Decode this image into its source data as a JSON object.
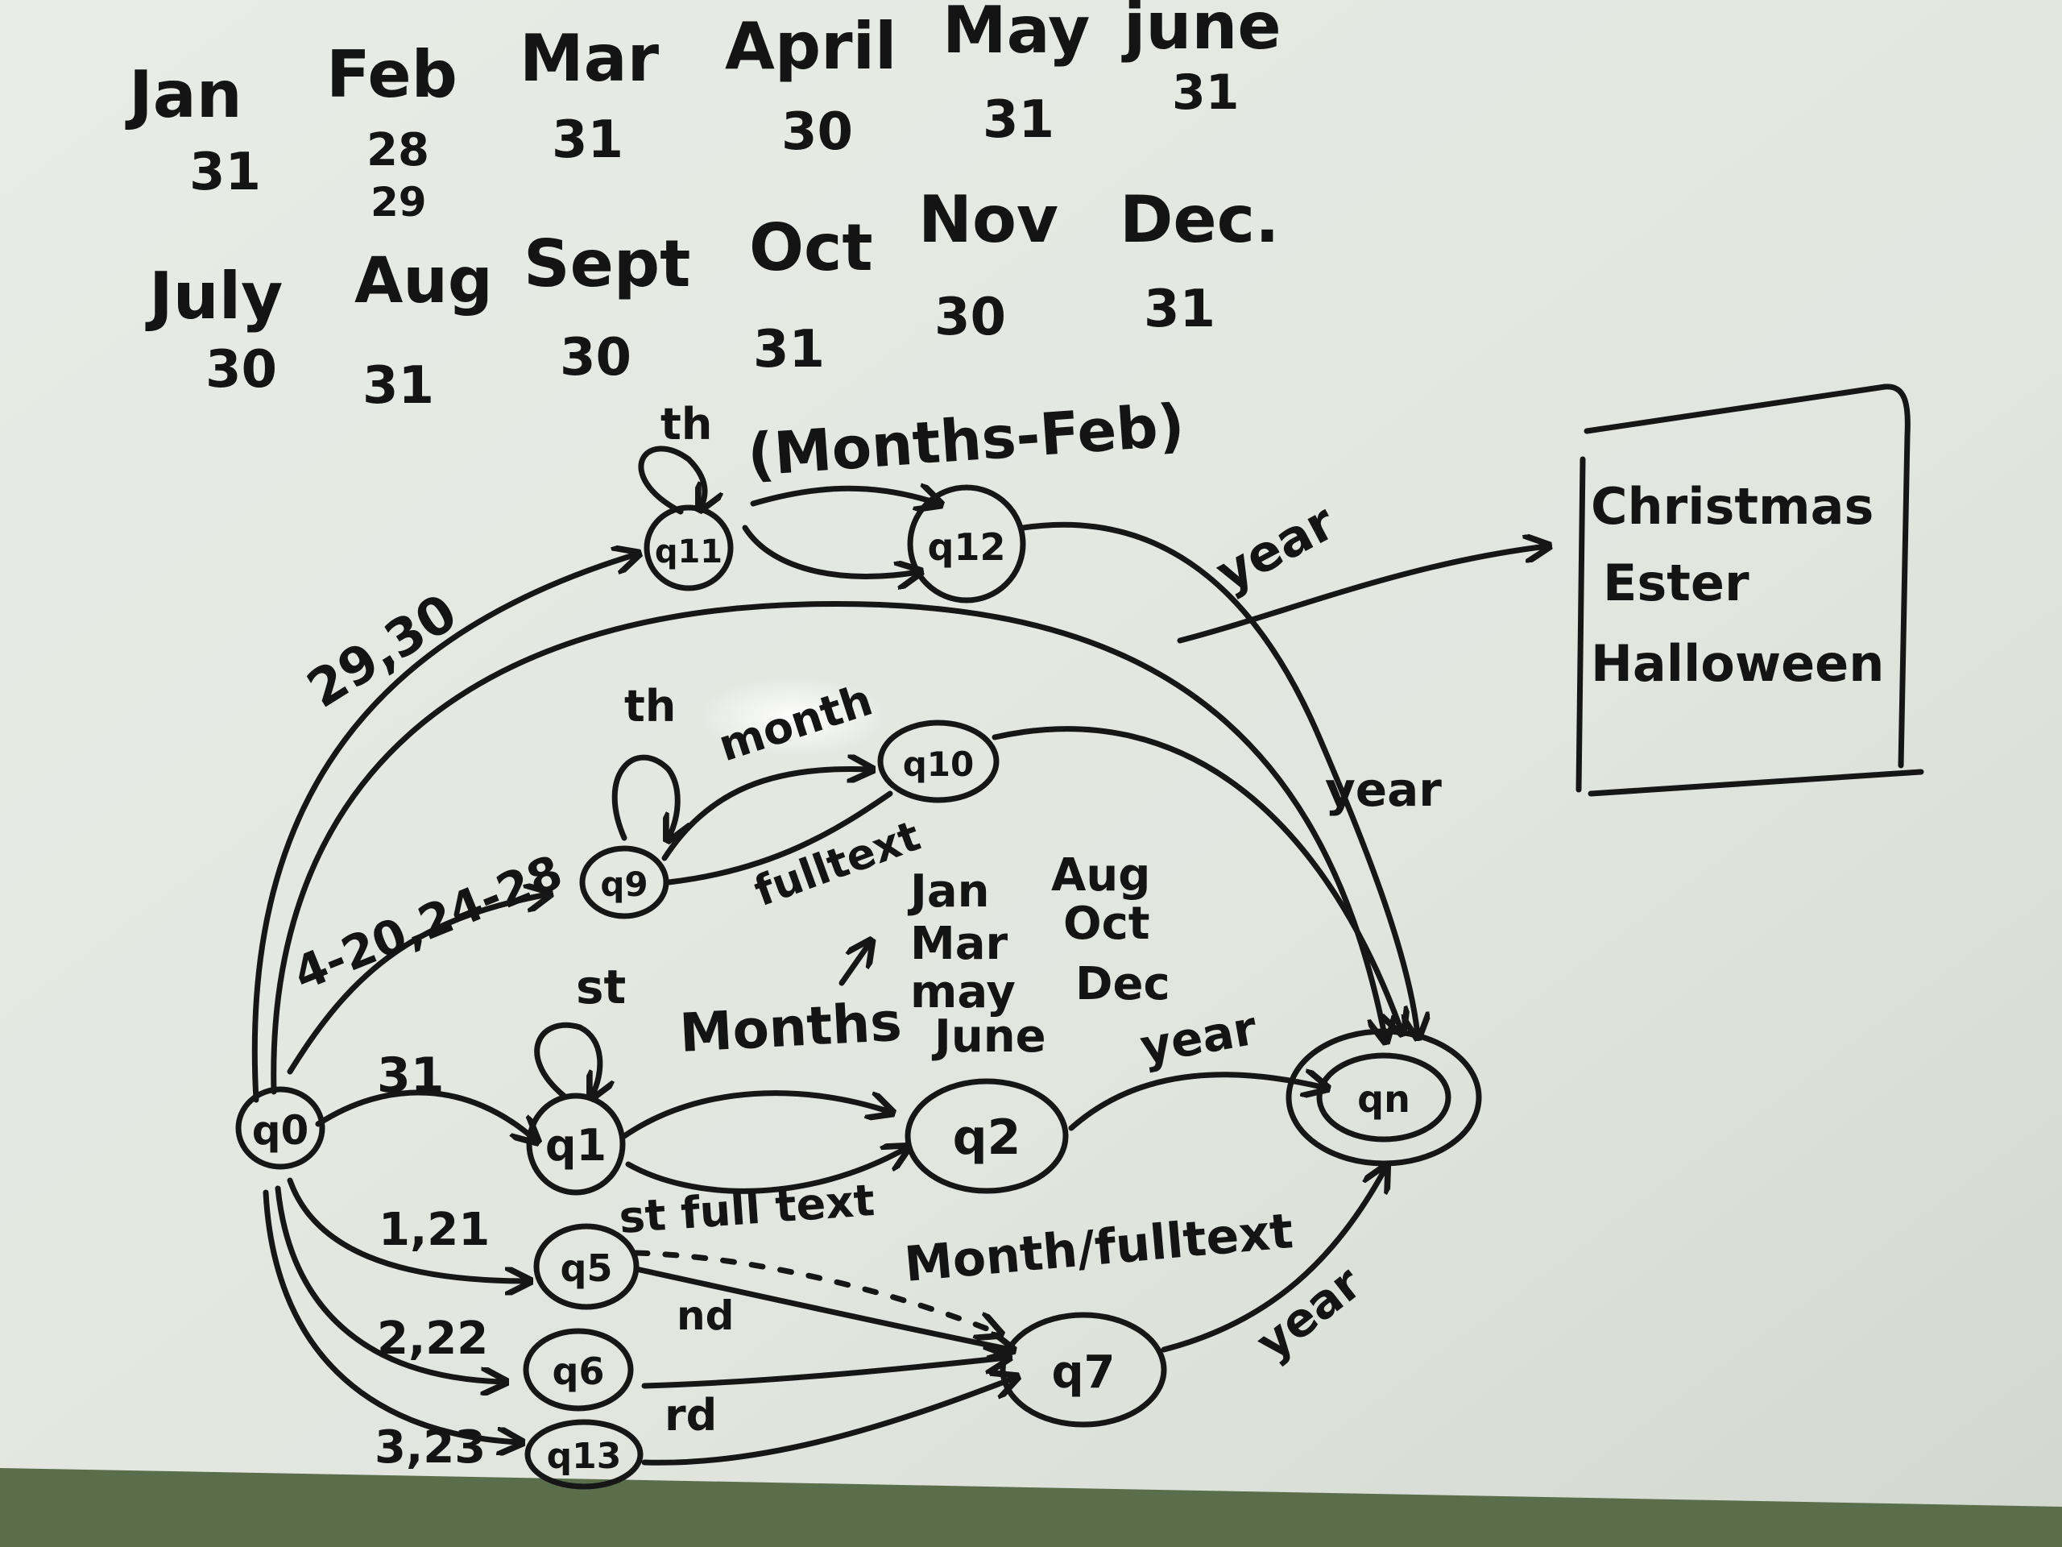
{
  "calendar": {
    "row1": [
      {
        "month": "Jan",
        "days": [
          "31"
        ]
      },
      {
        "month": "Feb",
        "days": [
          "28",
          "29"
        ]
      },
      {
        "month": "Mar",
        "days": [
          "31"
        ]
      },
      {
        "month": "April",
        "days": [
          "30"
        ]
      },
      {
        "month": "May",
        "days": [
          "31"
        ]
      },
      {
        "month": "june",
        "days": [
          "31"
        ]
      }
    ],
    "row2": [
      {
        "month": "July",
        "days": [
          "30"
        ]
      },
      {
        "month": "Aug",
        "days": [
          "31"
        ]
      },
      {
        "month": "Sept",
        "days": [
          "30"
        ]
      },
      {
        "month": "Oct",
        "days": [
          "31"
        ]
      },
      {
        "month": "Nov",
        "days": [
          "30"
        ]
      },
      {
        "month": "Dec.",
        "days": [
          "31"
        ]
      }
    ]
  },
  "states": {
    "q0": "q0",
    "q1": "q1",
    "q2": "q2",
    "qn": "qn",
    "q5": "q5",
    "q6": "q6",
    "q7": "q7",
    "q9": "q9",
    "q10": "q10",
    "q11": "q11",
    "q12": "q12",
    "q13": "q13"
  },
  "edges": {
    "e_29_30": "29,30",
    "e_4_28": "4-20,24-28",
    "e_31": "31",
    "e_1_21": "1,21",
    "e_2_22": "2,22",
    "e_3_23": "3,23",
    "loop_th_top": "th",
    "loop_th_mid": "th",
    "loop_st": "st",
    "months_feb": "(Months-Feb)",
    "month_mid": "month",
    "fulltext_mid": "fulltext",
    "months_low": "Months",
    "st_fulltext": "st full text",
    "nd": "nd",
    "rd": "rd",
    "month_fulltext": "Month/fulltext",
    "year_top": "year",
    "year_right": "year",
    "year_q2": "year",
    "year_q9": "year"
  },
  "months_list": {
    "left": [
      "Jan",
      "Mar",
      "may",
      "June"
    ],
    "right": [
      "Aug",
      "Oct",
      "Dec"
    ]
  },
  "holidays": [
    "Christmas",
    "Ester",
    "Halloween"
  ]
}
